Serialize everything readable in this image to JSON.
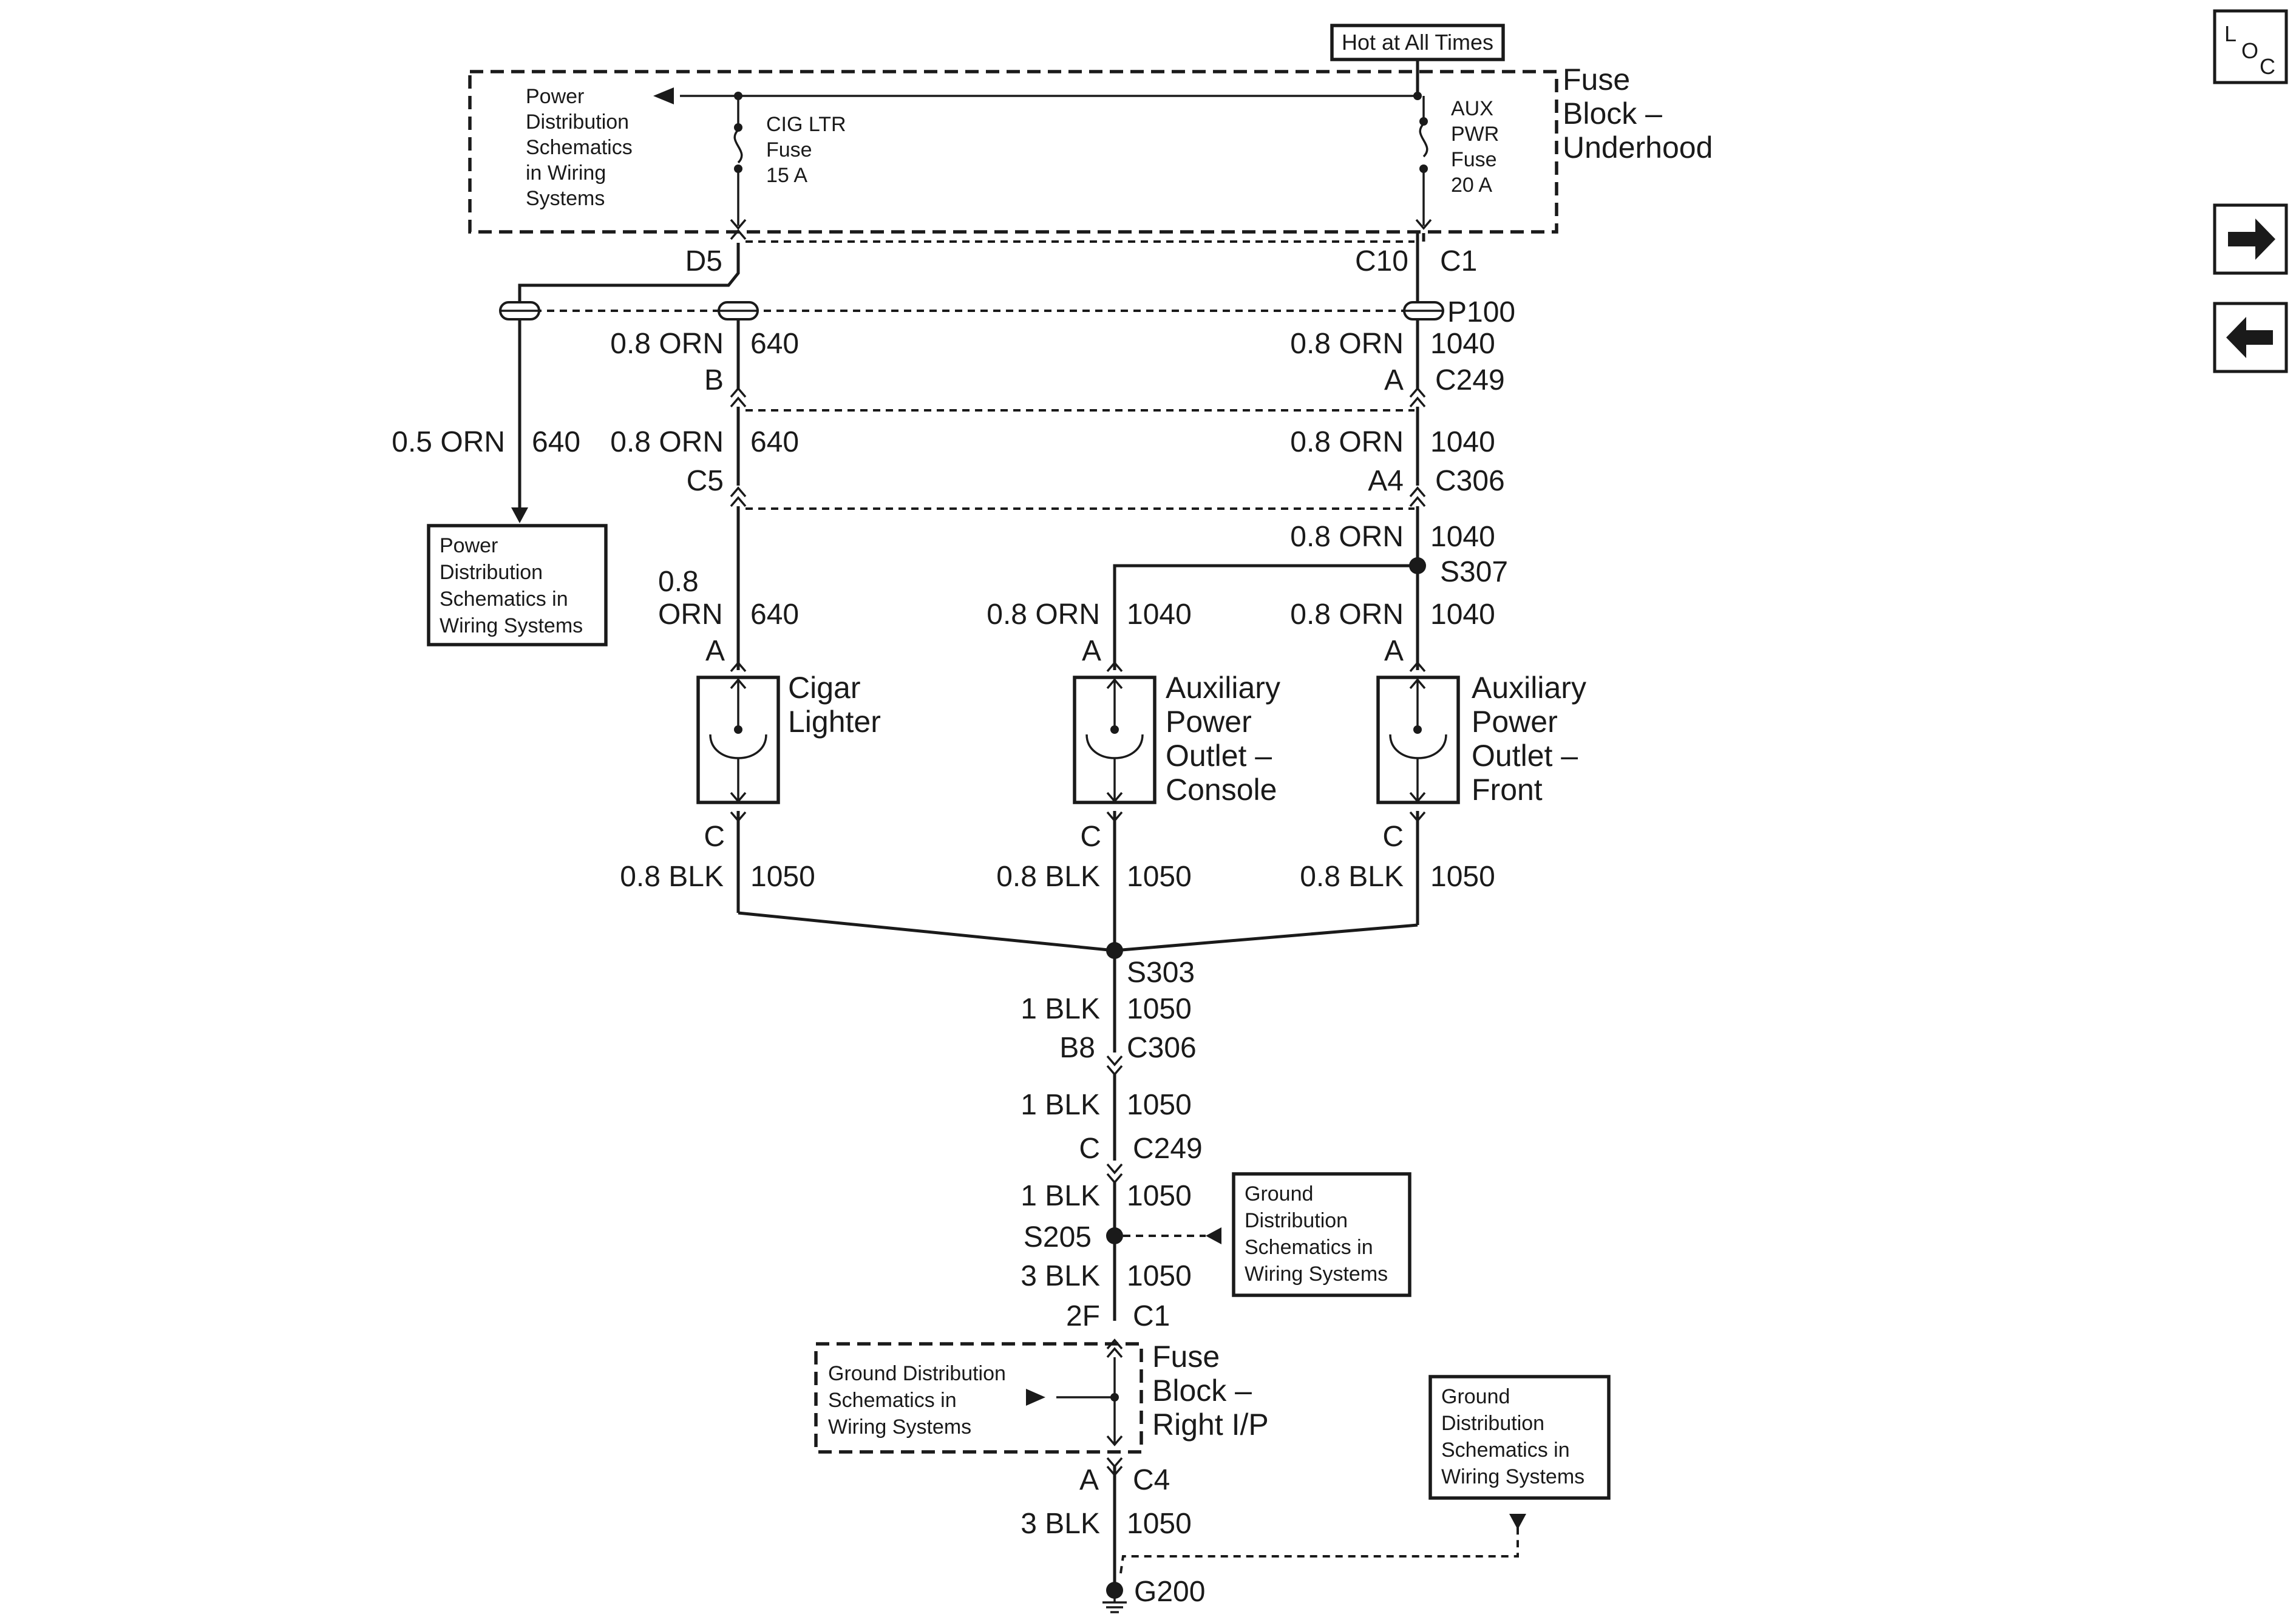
{
  "header": {
    "hot_at_all_times": "Hot at All Times",
    "fuse_block_underhood": [
      "Fuse",
      "Block –",
      "Underhood"
    ]
  },
  "nav": {
    "loc_icon": "loc-icon",
    "loc_letters": [
      "L",
      "O",
      "C"
    ],
    "next_icon": "arrow-right-icon",
    "prev_icon": "arrow-left-icon"
  },
  "fuses": {
    "pds_ref": [
      "Power",
      "Distribution",
      "Schematics",
      "in Wiring",
      "Systems"
    ],
    "cig_ltr": [
      "CIG LTR",
      "Fuse",
      "15 A"
    ],
    "aux_pwr": [
      "AUX",
      "PWR",
      "Fuse",
      "20 A"
    ]
  },
  "connectors": {
    "d5": "D5",
    "c10": "C10",
    "c1_top": "C1",
    "p100": "P100",
    "b": "B",
    "a_c249": "A",
    "c249_top": "C249",
    "c5": "C5",
    "a4": "A4",
    "c306_top": "C306",
    "s307": "S307",
    "a_cig": "A",
    "a_console": "A",
    "a_front": "A",
    "c_cig": "C",
    "c_console": "C",
    "c_front": "C",
    "s303": "S303",
    "b8": "B8",
    "c306_bottom": "C306",
    "c_c249": "C",
    "c249_bottom": "C249",
    "s205": "S205",
    "two_f": "2F",
    "c1_bottom": "C1",
    "a_c4": "A",
    "c4": "C4",
    "g200": "G200"
  },
  "wires": {
    "w640_a": [
      "0.8 ORN",
      "640"
    ],
    "w1040_a": [
      "0.8 ORN",
      "1040"
    ],
    "w640_left": [
      "0.5 ORN",
      "640"
    ],
    "w640_b": [
      "0.8 ORN",
      "640"
    ],
    "w1040_b": [
      "0.8 ORN",
      "1040"
    ],
    "w1040_c": [
      "0.8 ORN",
      "1040"
    ],
    "w640_c": [
      "0.8",
      "ORN",
      "640"
    ],
    "w1040_console": [
      "0.8 ORN",
      "1040"
    ],
    "w1040_front": [
      "0.8 ORN",
      "1040"
    ],
    "w1050_cig": [
      "0.8 BLK",
      "1050"
    ],
    "w1050_console": [
      "0.8 BLK",
      "1050"
    ],
    "w1050_front": [
      "0.8 BLK",
      "1050"
    ],
    "w1050_a": [
      "1 BLK",
      "1050"
    ],
    "w1050_b": [
      "1 BLK",
      "1050"
    ],
    "w1050_c": [
      "1 BLK",
      "1050"
    ],
    "w1050_d": [
      "3 BLK",
      "1050"
    ],
    "w1050_e": [
      "3 BLK",
      "1050"
    ]
  },
  "components": {
    "cigar_lighter": [
      "Cigar",
      "Lighter"
    ],
    "aux_console": [
      "Auxiliary",
      "Power",
      "Outlet –",
      "Console"
    ],
    "aux_front": [
      "Auxiliary",
      "Power",
      "Outlet –",
      "Front"
    ]
  },
  "refs": {
    "pds_box": [
      "Power",
      "Distribution",
      "Schematics in",
      "Wiring Systems"
    ],
    "gds_right": [
      "Ground",
      "Distribution",
      "Schematics in",
      "Wiring Systems"
    ],
    "gds_fuseblock": [
      "Ground Distribution",
      "Schematics in",
      "Wiring Systems"
    ],
    "gds_bottom": [
      "Ground",
      "Distribution",
      "Schematics in",
      "Wiring Systems"
    ],
    "fuse_block_right_ip": [
      "Fuse",
      "Block –",
      "Right I/P"
    ]
  }
}
